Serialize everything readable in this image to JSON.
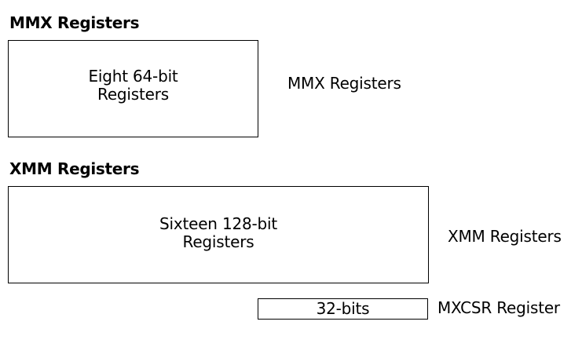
{
  "mmx": {
    "heading": "MMX Registers",
    "box_text": "Eight 64-bit\nRegisters",
    "side_label": "MMX Registers"
  },
  "xmm": {
    "heading": "XMM Registers",
    "box_text": "Sixteen 128-bit\nRegisters",
    "side_label": "XMM Registers"
  },
  "mxcsr": {
    "box_text": "32-bits",
    "side_label": "MXCSR Register"
  }
}
